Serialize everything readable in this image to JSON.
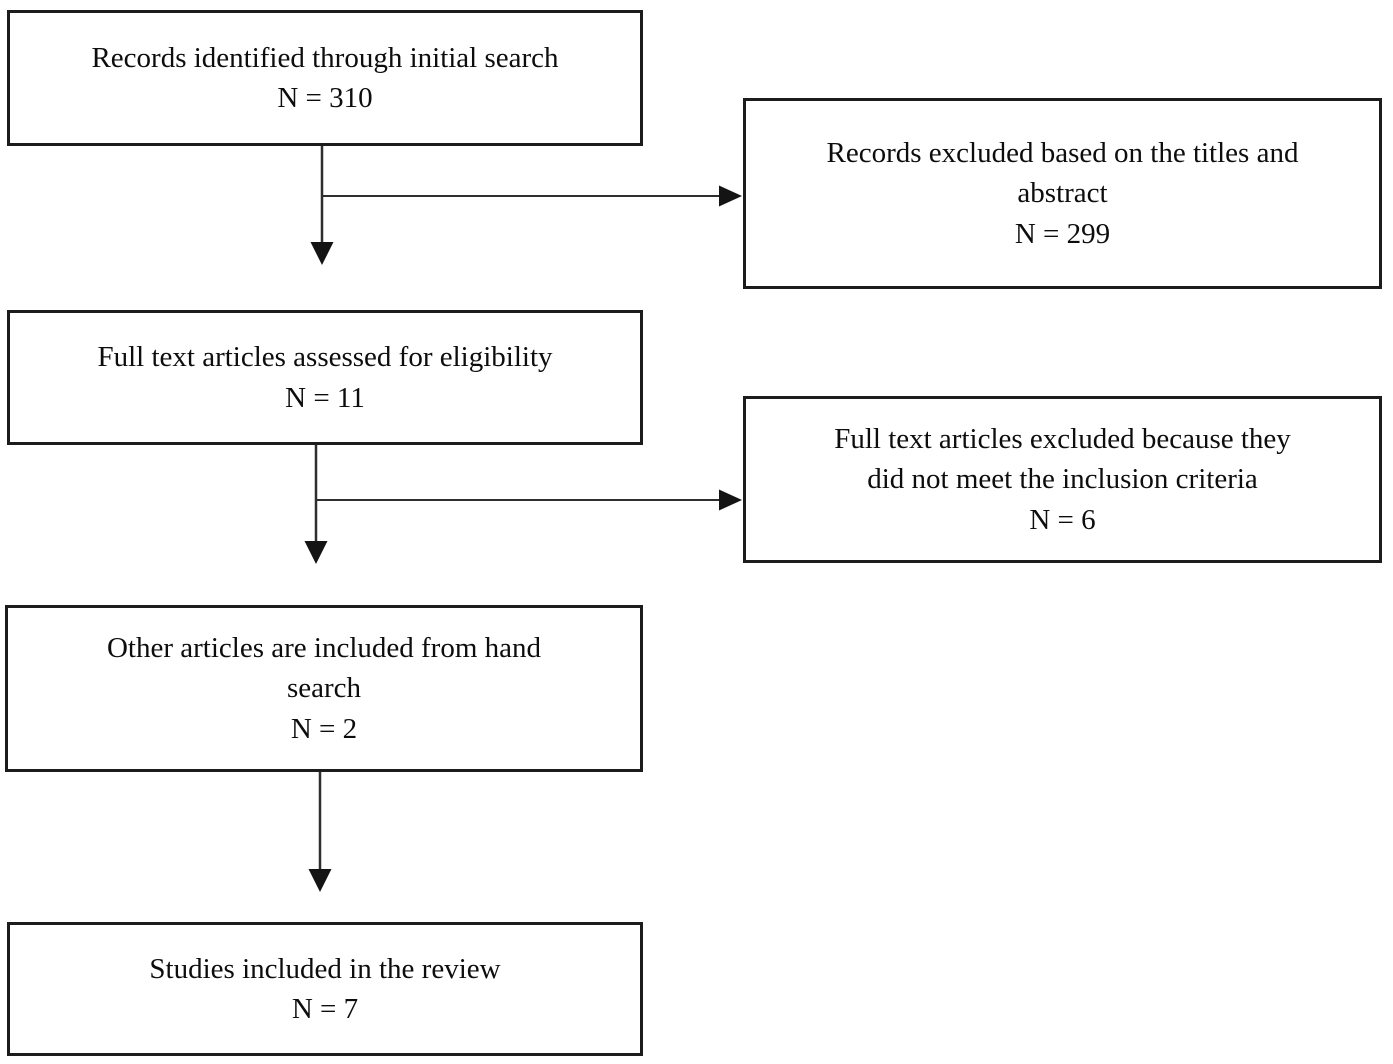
{
  "diagram": {
    "kind": "study-selection-flowchart",
    "boxes": {
      "identified": {
        "label": "Records identified through initial search",
        "count": "N = 310"
      },
      "excluded_titles": {
        "label": "Records excluded based on the titles and\nabstract",
        "count": "N = 299"
      },
      "fulltext": {
        "label": "Full text articles assessed for eligibility",
        "count": "N = 11"
      },
      "excluded_fulltext": {
        "label": "Full text articles excluded because they\ndid not meet the inclusion criteria",
        "count": "N = 6"
      },
      "hand_search": {
        "label": "Other articles are included from hand\nsearch",
        "count": "N = 2"
      },
      "included": {
        "label": "Studies included in the review",
        "count": "N = 7"
      }
    },
    "colors": {
      "background": "#ffffff",
      "border": "#1c1c1c",
      "text": "#0d0d0d",
      "arrow": "#2e2e2e"
    }
  }
}
